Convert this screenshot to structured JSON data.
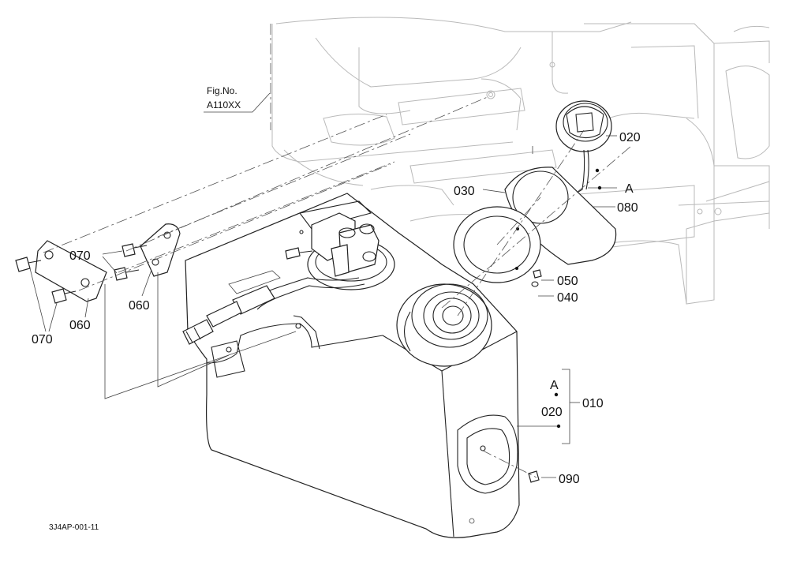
{
  "figure": {
    "fig_ref_line1": "Fig.No.",
    "fig_ref_line2": "A110XX",
    "drawing_code": "3J4AP-001-11"
  },
  "callouts": {
    "c010": "010",
    "c020_cap": "020",
    "c020_group": "020",
    "c030": "030",
    "c040": "040",
    "c050": "050",
    "c060_left": "060",
    "c060_right": "060",
    "c070_top": "070",
    "c070_bottom": "070",
    "c080": "080",
    "c090": "090",
    "ref_a_upper": "A",
    "ref_a_group": "A"
  }
}
